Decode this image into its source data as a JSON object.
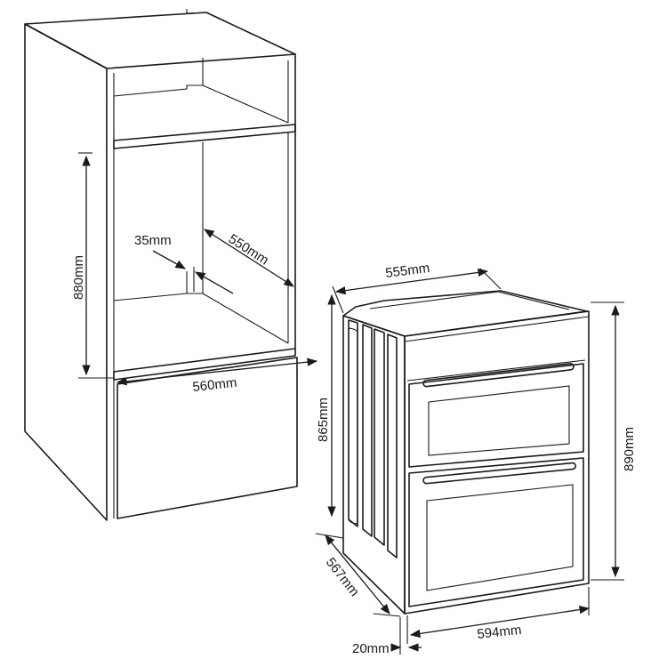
{
  "labels": {
    "cabinet_height": "880mm",
    "cabinet_depth": "550mm",
    "cabinet_width": "560mm",
    "cabinet_gap": "35mm",
    "oven_top_width": "555mm",
    "oven_body_height": "865mm",
    "oven_total_height": "890mm",
    "oven_depth": "567mm",
    "oven_front_width": "594mm",
    "oven_front_thickness": "20mm"
  }
}
